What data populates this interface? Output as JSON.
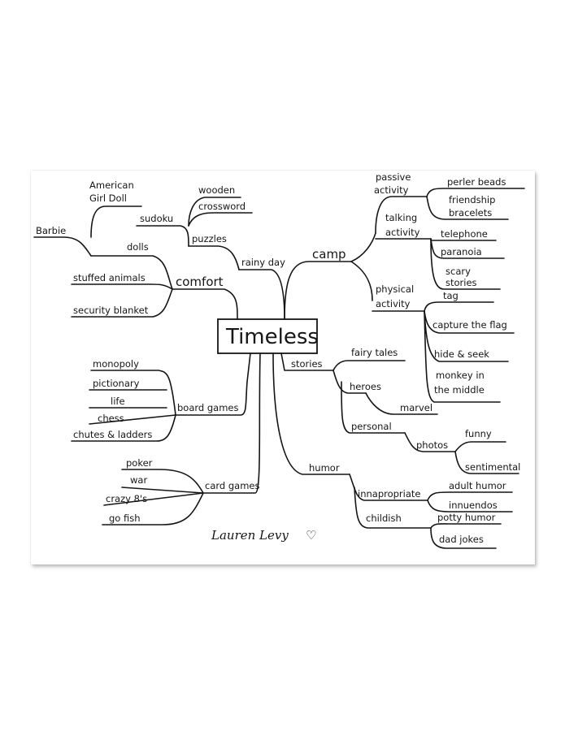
{
  "center": "Timeless",
  "branches": {
    "comfort": "comfort",
    "dolls": "dolls",
    "barbie": "Barbie",
    "american_girl_1": "American",
    "american_girl_2": "Girl Doll",
    "stuffed_animals": "stuffed animals",
    "security_blanket": "security blanket",
    "rainy_day": "rainy day",
    "puzzles": "puzzles",
    "sudoku": "sudoku",
    "wooden": "wooden",
    "crossword": "crossword",
    "board_games": "board games",
    "monopoly": "monopoly",
    "pictionary": "pictionary",
    "life": "life",
    "chess": "chess",
    "chutes": "chutes & ladders",
    "card_games": "card games",
    "poker": "poker",
    "war": "war",
    "crazy8": "crazy 8's",
    "go_fish": "go fish",
    "camp": "camp",
    "passive_1": "passive",
    "passive_2": "activity",
    "perler": "perler beads",
    "friendship_1": "friendship",
    "friendship_2": "bracelets",
    "talking_1": "talking",
    "talking_2": "activity",
    "telephone": "telephone",
    "paranoia": "paranoia",
    "scary_1": "scary",
    "scary_2": "stories",
    "physical_1": "physical",
    "physical_2": "activity",
    "tag": "tag",
    "capture": "capture the flag",
    "hide": "hide & seek",
    "monkey_1": "monkey in",
    "monkey_2": "the middle",
    "stories": "stories",
    "fairy_tales": "fairy tales",
    "heroes": "heroes",
    "marvel": "marvel",
    "personal": "personal",
    "photos": "photos",
    "funny": "funny",
    "sentimental": "sentimental",
    "humor": "humor",
    "innapropriate": "innapropriate",
    "adult_humor": "adult humor",
    "innuendos": "innuendos",
    "childish": "childish",
    "potty": "potty humor",
    "dad_jokes": "dad jokes"
  },
  "signature": "Lauren Levy",
  "heart": "♡"
}
